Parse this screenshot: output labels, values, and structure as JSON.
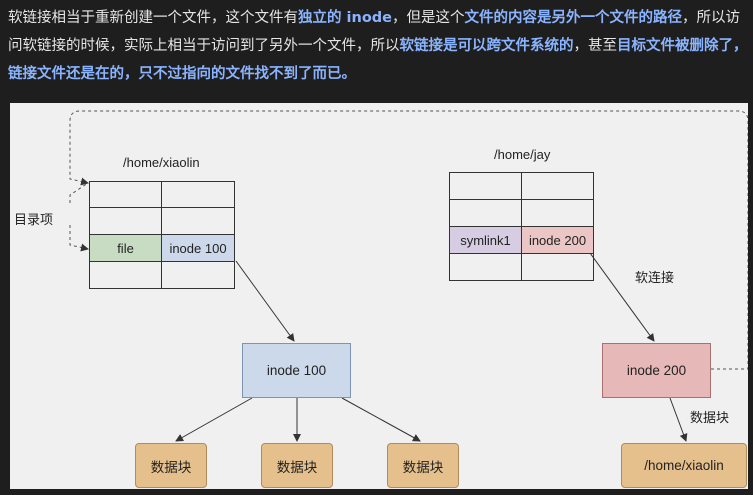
{
  "intro": {
    "t1": "软链接相当于重新创建一个文件，这个文件有",
    "h1": "独立的 inode",
    "t2": "，但是这个",
    "h2": "文件的内容是另外一个文件的路径",
    "t3": "，所以访问软链接的时候，实际上相当于访问到了另外一个文件，所以",
    "h3": "软链接是可以跨文件系统的",
    "t4": "，甚至",
    "h4": "目标文件被删除了，链接文件还是在的，只不过指向的文件找不到了而已。"
  },
  "diagram": {
    "left_dir": {
      "path": "/home/xiaolin",
      "name_cell": "file",
      "inode_cell": "inode 100"
    },
    "right_dir": {
      "path": "/home/jay",
      "name_cell": "symlink1",
      "inode_cell": "inode 200"
    },
    "dir_entry_label": "目录项",
    "inode_left": "inode 100",
    "inode_right": "inode 200",
    "softlink_label": "软连接",
    "data_label": "数据块",
    "blocks": [
      "数据块",
      "数据块",
      "数据块"
    ],
    "target_block": "/home/xiaolin",
    "colors": {
      "file_cell": "#c8dcc4",
      "inode100_cell": "#cdd9ea",
      "symlink_cell": "#d6cde3",
      "inode200_cell": "#ebc6c4",
      "inode100_box": "#ccd9ea",
      "inode200_box": "#e6b8b8",
      "block": "#e6c08c"
    }
  }
}
